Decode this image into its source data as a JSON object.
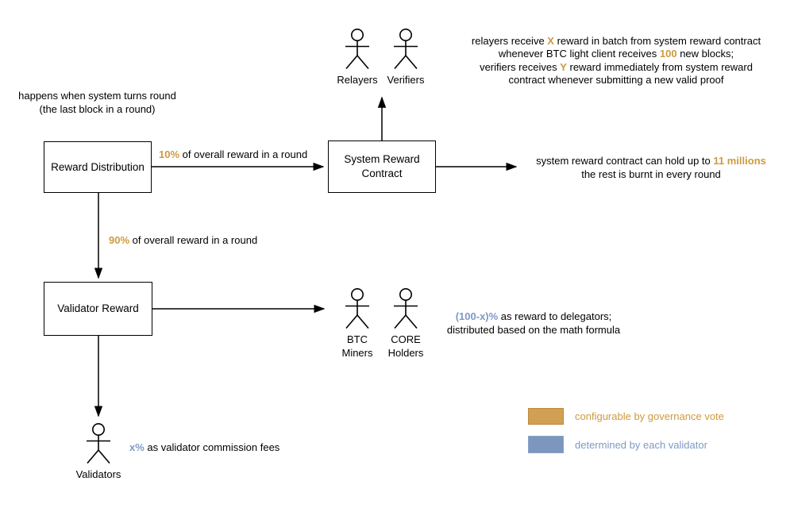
{
  "palette": {
    "orange": "#CE9A3E",
    "blue": "#7E99C5",
    "swatch_orange": "#D1A054",
    "swatch_blue": "#7C96BE"
  },
  "boxes": {
    "reward_distribution": "Reward Distribution",
    "system_reward_contract": "System Reward Contract",
    "validator_reward": "Validator Reward"
  },
  "edges": {
    "ten_pct": [
      "10%",
      " of overall reward in a round"
    ],
    "ninety_pct": [
      "90%",
      " of overall reward in a round"
    ]
  },
  "notes": {
    "round_trigger": {
      "line1": "happens when system turns round",
      "line2": "(the last block in a round)"
    },
    "relayer_verifier": {
      "line1": [
        "relayers receive ",
        "X",
        " reward in batch from system reward contract"
      ],
      "line2": [
        "whenever BTC light client receives ",
        "100",
        " new blocks;"
      ],
      "line3": [
        "verifiers receives ",
        "Y",
        " reward immediately from system reward"
      ],
      "line4": "contract whenever submitting a new valid proof"
    },
    "contract_cap": {
      "line1": [
        "system reward contract can hold up to ",
        "11 millions"
      ],
      "line2": "the rest is burnt in every round"
    },
    "delegator": {
      "line1": [
        "(100-x)%",
        " as reward to delegators;"
      ],
      "line2": "distributed based on the math formula"
    },
    "commission": [
      "x%",
      " as validator commission fees"
    ]
  },
  "actors": {
    "relayers": "Relayers",
    "verifiers": "Verifiers",
    "btc_miners_line1": "BTC",
    "btc_miners_line2": "Miners",
    "core_holders_line1": "CORE",
    "core_holders_line2": "Holders",
    "validators": "Validators"
  },
  "legend": {
    "governance": "configurable by governance vote",
    "validator": "determined by each validator"
  }
}
